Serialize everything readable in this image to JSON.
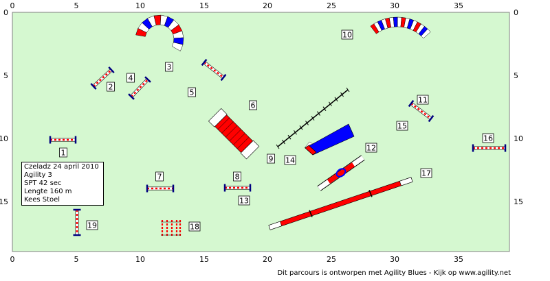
{
  "colors": {
    "field": "#d5f8d0",
    "red": "#ff0000",
    "blue": "#0000ff",
    "white": "#ffffff"
  },
  "axes": {
    "x_ticks": [
      "0",
      "5",
      "10",
      "15",
      "20",
      "25",
      "30",
      "35"
    ],
    "y_ticks": [
      "0",
      "5",
      "10",
      "15"
    ]
  },
  "course": {
    "obstacle_numbers": [
      "1",
      "2",
      "3",
      "4",
      "5",
      "6",
      "7",
      "8",
      "9",
      "10",
      "11",
      "12",
      "13",
      "14",
      "15",
      "16",
      "17",
      "18",
      "19"
    ]
  },
  "info": {
    "lines": [
      "Czeladz 24 april 2010",
      "Agility 3",
      "SPT 42 sec",
      "Lengte 160 m",
      "Kees Stoel"
    ]
  },
  "footer": "Dit parcours is ontworpen met Agility Blues - Kijk op www.agility.net"
}
